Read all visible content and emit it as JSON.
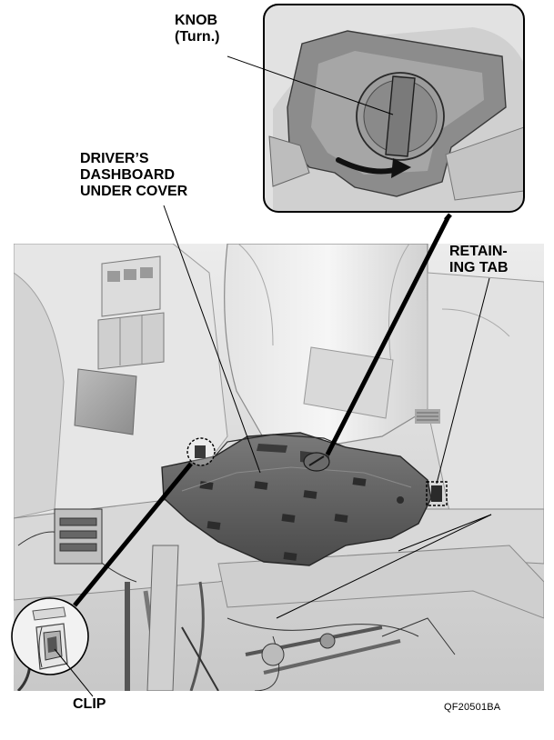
{
  "labels": {
    "knob": "KNOB\n(Turn.)",
    "cover": "DRIVER’S\nDASHBOARD\nUNDER COVER",
    "retaining_tab": "RETAIN-\nING TAB",
    "clip": "CLIP",
    "figure_code": "QF20501BA"
  },
  "colors": {
    "cover_fill": "#5e5e5e",
    "cover_edge": "#2a2a2a",
    "dash_light": "#f0f0f0",
    "dash_mid": "#d6d6d6",
    "dash_dark": "#b0b0b0",
    "leader": "#000000"
  }
}
